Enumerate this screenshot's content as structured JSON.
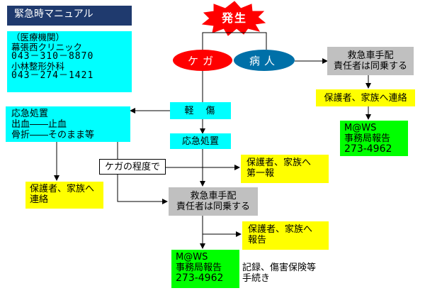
{
  "title": "緊急時マニュアル",
  "contacts": {
    "header": "（医療機関）",
    "clinic1_name": "幕張西クリニック",
    "clinic1_phone": "043－310－8870",
    "clinic2_name": "小林整形外科",
    "clinic2_phone": "043－274－1421"
  },
  "start": "発生",
  "injury": "ケガ",
  "illness": "病人",
  "illness_flow": {
    "ambulance_line1": "救急車手配",
    "ambulance_line2": "責任者は同乗する",
    "notify": "保護者、家族へ連絡",
    "report_line1": "M@WS",
    "report_line2": "事務局報告",
    "report_phone": "273-4962"
  },
  "injury_flow": {
    "minor": "軽　傷",
    "first_aid": "応急処置",
    "first_aid_detail_title": "応急処置",
    "first_aid_detail_line1": "出血――止血",
    "first_aid_detail_line2": "骨折――そのまま等",
    "notify_minor_line1": "保護者、家族へ",
    "notify_minor_line2": "連絡",
    "severity_note": "ケガの程度で",
    "notify_first_line1": "保護者、家族へ",
    "notify_first_line2": "第一報",
    "ambulance_line1": "救急車手配",
    "ambulance_line2": "責任者は同乗する",
    "notify_report_line1": "保護者、家族へ",
    "notify_report_line2": "報告",
    "report_line1": "M@WS",
    "report_line2": "事務局報告",
    "report_phone": "273-4962",
    "records_line1": "記録、傷害保険等",
    "records_line2": "手続き"
  },
  "colors": {
    "banner": "#1f3a6e",
    "cyan": "#00ffff",
    "grey": "#c0c0c0",
    "yellow": "#ffff00",
    "green": "#00ff00",
    "red": "#ff0000",
    "blue": "#0070a8"
  }
}
